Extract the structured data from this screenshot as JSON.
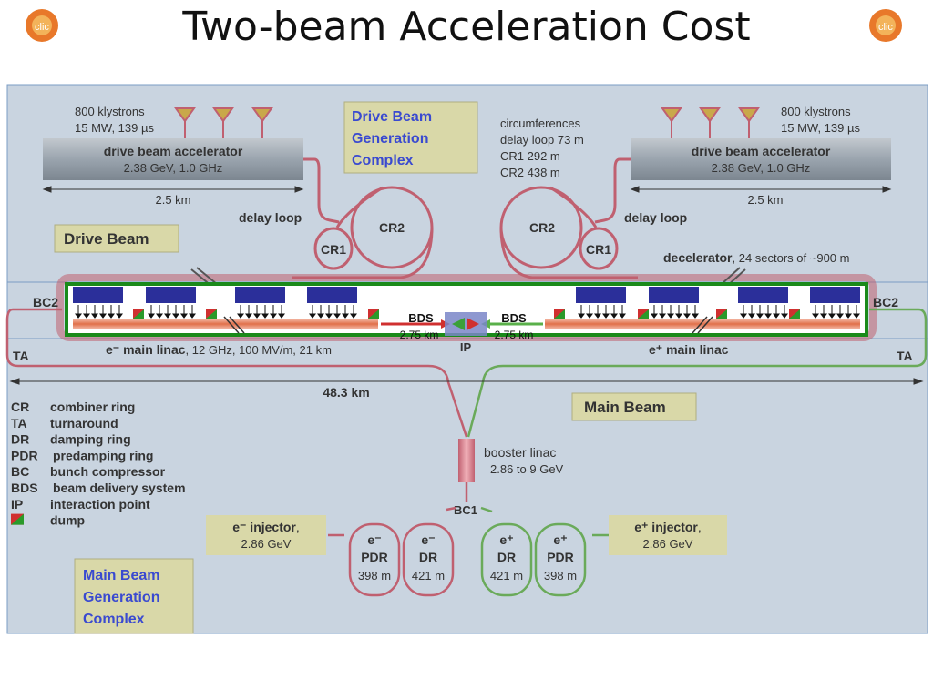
{
  "title": "Two-beam Acceleration Cost",
  "logo_text": "clic",
  "drive_beam_generation": {
    "label_lines": [
      "Drive Beam",
      "Generation",
      "Complex"
    ],
    "klystrons_left": [
      "800 klystrons",
      "15 MW, 139 µs"
    ],
    "klystrons_right": [
      "800 klystrons",
      "15 MW, 139 µs"
    ],
    "accelerator_left": [
      "drive beam accelerator",
      "2.38 GeV, 1.0 GHz"
    ],
    "accelerator_right": [
      "drive beam accelerator",
      "2.38 GeV, 1.0 GHz"
    ],
    "length_left": "2.5 km",
    "length_right": "2.5 km",
    "delay_loop_left": "delay loop",
    "delay_loop_right": "delay loop",
    "cr2_left": "CR2",
    "cr2_right": "CR2",
    "cr1_left": "CR1",
    "cr1_right": "CR1",
    "circumferences": [
      "circumferences",
      "delay loop 73 m",
      "CR1 292 m",
      "CR2 438 m"
    ]
  },
  "drive_beam_label": "Drive Beam",
  "decelerator": {
    "bold": "decelerator",
    "rest": ", 24 sectors of ~900 m"
  },
  "bc2_left": "BC2",
  "bc2_right": "BC2",
  "bds_left": {
    "name": "BDS",
    "length": "2.75 km"
  },
  "bds_right": {
    "name": "BDS",
    "length": "2.75 km"
  },
  "ip": "IP",
  "ta_left": "TA",
  "ta_right": "TA",
  "main_linac_left": {
    "bold": "e⁻ main linac",
    "rest": ", 12 GHz, 100 MV/m, 21 km"
  },
  "main_linac_right": "e⁺ main linac",
  "total_length": "48.3 km",
  "main_beam_label": "Main Beam",
  "booster": [
    "booster linac",
    "2.86 to 9 GeV"
  ],
  "bc1": "BC1",
  "injector_left": {
    "bold": "e⁻ injector",
    "rest": ",",
    "energy": "2.86 GeV"
  },
  "injector_right": {
    "bold": "e⁺ injector",
    "rest": ",",
    "energy": "2.86 GeV"
  },
  "rings": [
    {
      "lines": [
        "e⁻",
        "PDR"
      ],
      "size": "398 m",
      "color": "#c06070"
    },
    {
      "lines": [
        "e⁻",
        "DR"
      ],
      "size": "421 m",
      "color": "#c06070"
    },
    {
      "lines": [
        "e⁺",
        "DR"
      ],
      "size": "421 m",
      "color": "#6aaa5a"
    },
    {
      "lines": [
        "e⁺",
        "PDR"
      ],
      "size": "398 m",
      "color": "#6aaa5a"
    }
  ],
  "main_beam_generation": [
    "Main Beam",
    "Generation",
    "Complex"
  ],
  "legend": [
    {
      "abbr": "CR",
      "text": "combiner ring"
    },
    {
      "abbr": "TA",
      "text": "turnaround"
    },
    {
      "abbr": "DR",
      "text": "damping ring"
    },
    {
      "abbr": "PDR",
      "text": "predamping ring"
    },
    {
      "abbr": "BC",
      "text": "bunch compressor"
    },
    {
      "abbr": "BDS",
      "text": "beam delivery system"
    },
    {
      "abbr": "IP",
      "text": "interaction point"
    },
    {
      "abbr": "",
      "text": "dump"
    }
  ],
  "colors": {
    "panel": "#c9d4e0",
    "panel_border": "#7a9cc4",
    "beam_pink": "#c06070",
    "beam_green": "#6aaa5a",
    "accel_gray": "#9aa4ae",
    "label_box": "#d9d8a8",
    "pets_blue": "#2b2f9a",
    "frame_green": "#1a8a1a",
    "text_blue": "#3a4ad0"
  }
}
